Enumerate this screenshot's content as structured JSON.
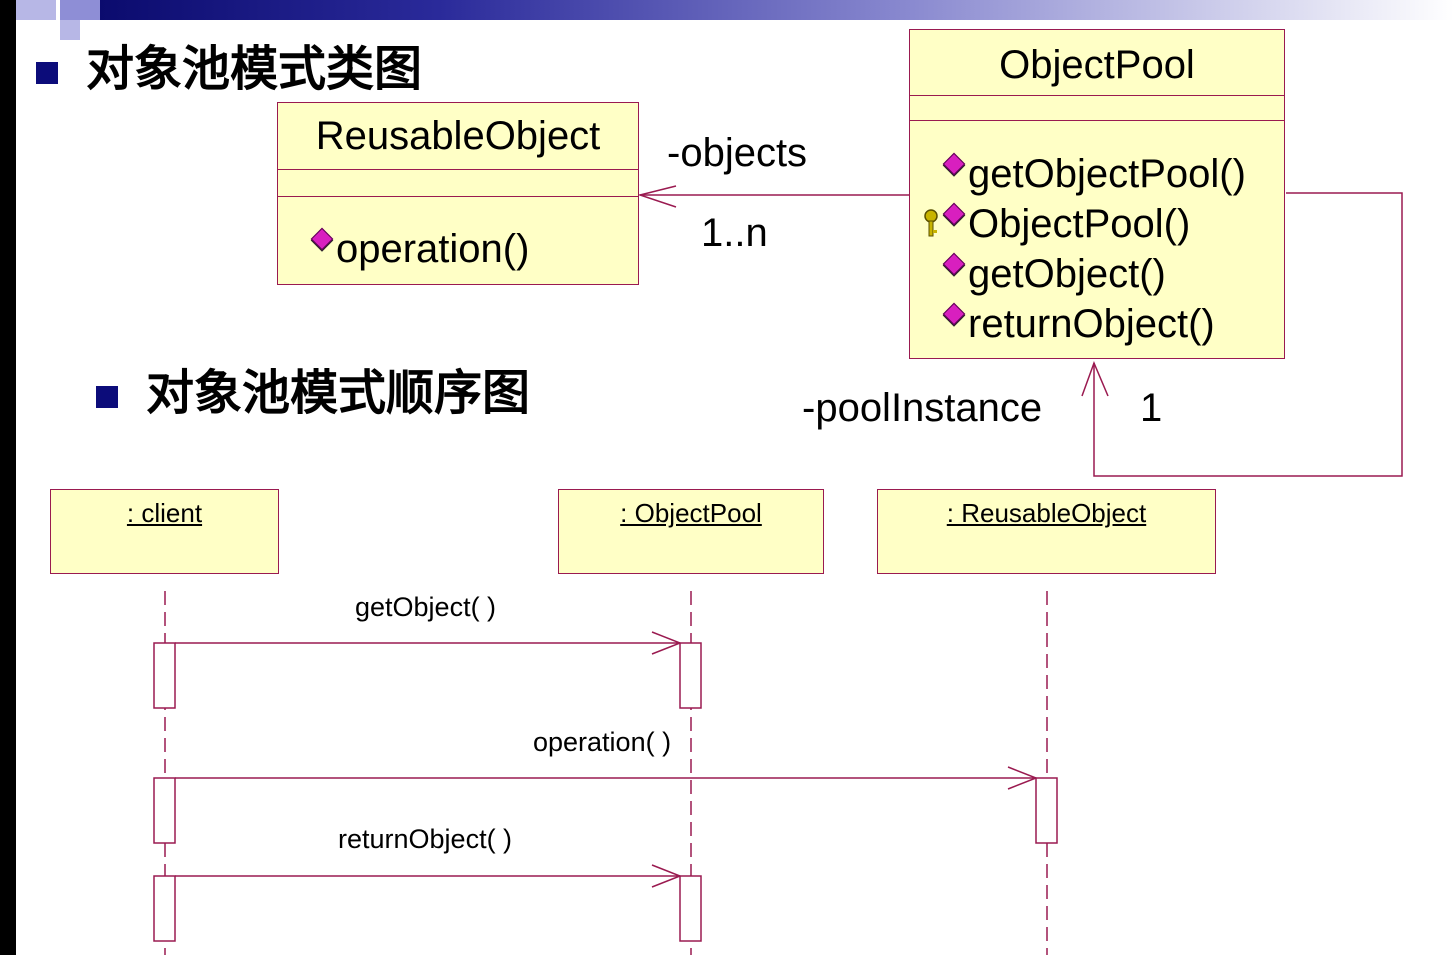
{
  "headings": {
    "class_diagram": "对象池模式类图",
    "sequence_diagram": "对象池模式顺序图"
  },
  "class_diagram": {
    "reusable_object": {
      "name": "ReusableObject",
      "operations": [
        "operation()"
      ]
    },
    "object_pool": {
      "name": "ObjectPool",
      "operations": [
        "getObjectPool()",
        "ObjectPool()",
        "getObject()",
        "returnObject()"
      ]
    },
    "association_objects": {
      "role": "-objects",
      "multiplicity": "1..n"
    },
    "association_self": {
      "role": "-poolInstance",
      "multiplicity": "1"
    }
  },
  "sequence_diagram": {
    "lifelines": [
      ": client",
      ": ObjectPool",
      ": ReusableObject"
    ],
    "messages": [
      "getObject( )",
      "operation( )",
      "returnObject( )"
    ]
  },
  "colors": {
    "class_fill": "#ffffc6",
    "line": "#9a1a50",
    "bullet": "#0c0c7a",
    "operation_icon": "#d81fbf"
  }
}
